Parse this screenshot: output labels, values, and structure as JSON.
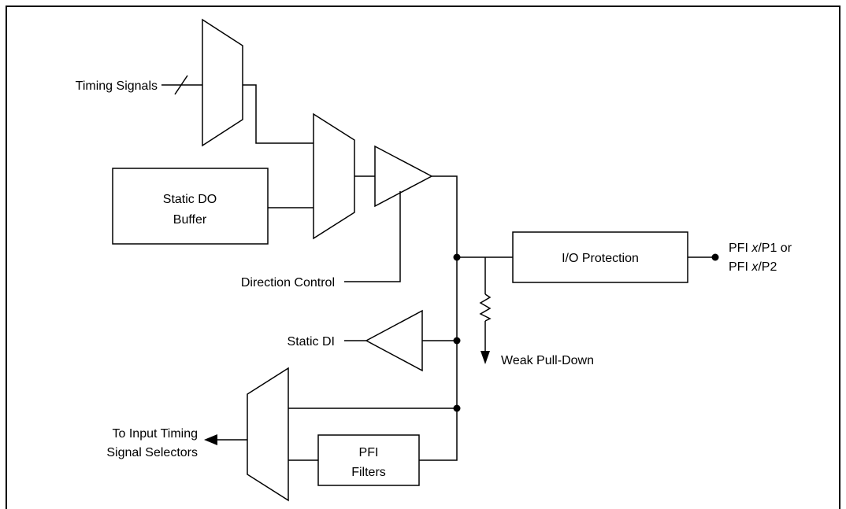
{
  "labels": {
    "timing_signals": "Timing Signals",
    "static_do_buffer_line1": "Static DO",
    "static_do_buffer_line2": "Buffer",
    "direction_control": "Direction Control",
    "io_protection": "I/O Protection",
    "pfi_output_line1_pre": "PFI ",
    "pfi_output_line1_var": "x",
    "pfi_output_line1_post": "/P1 or",
    "pfi_output_line2_pre": "PFI ",
    "pfi_output_line2_var": "x",
    "pfi_output_line2_post": "/P2",
    "static_di": "Static DI",
    "weak_pull_down": "Weak Pull-Down",
    "to_input_timing_line1": "To Input Timing",
    "to_input_timing_line2": "Signal Selectors",
    "pfi_filters_line1": "PFI",
    "pfi_filters_line2": "Filters"
  }
}
